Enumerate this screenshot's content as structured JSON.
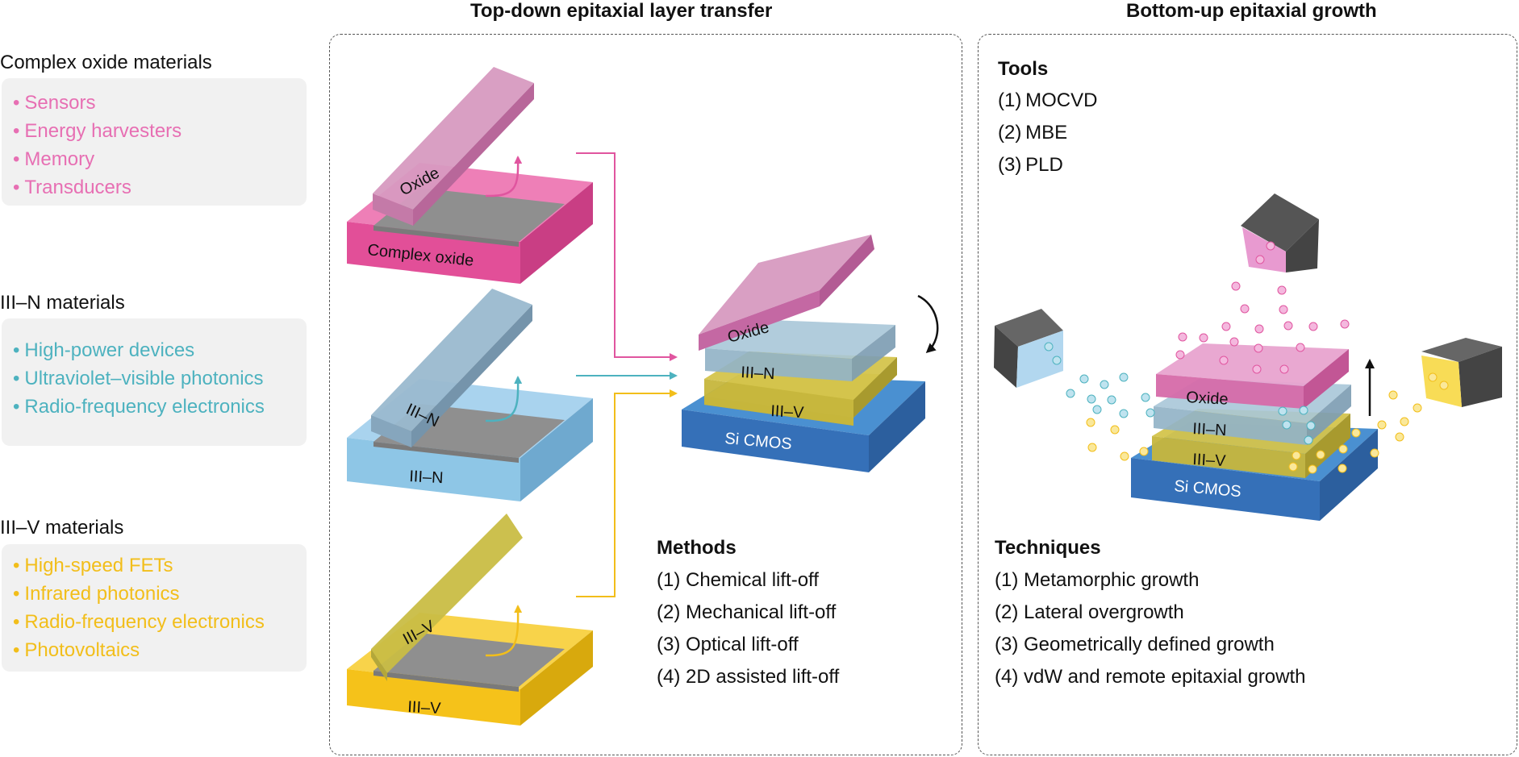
{
  "titles": {
    "top_down": "Top-down epitaxial layer transfer",
    "bottom_up": "Bottom-up epitaxial growth"
  },
  "materials": [
    {
      "title": "Complex oxide materials",
      "color": "#e76fb3",
      "items": [
        "Sensors",
        "Energy harvesters",
        "Memory",
        "Transducers"
      ]
    },
    {
      "title": "III–N materials",
      "color": "#4db2bf",
      "items": [
        "High-power devices",
        "Ultraviolet–visible photonics",
        "Radio-frequency electronics"
      ]
    },
    {
      "title": "III–V materials",
      "color": "#f2be1a",
      "items": [
        "High-speed FETs",
        "Infrared photonics",
        "Radio-frequency electronics",
        "Photovoltaics"
      ]
    }
  ],
  "diagram_labels": {
    "complex_oxide": "Complex oxide",
    "oxide": "Oxide",
    "iii_n": "III–N",
    "iii_v": "III–V",
    "si_cmos": "Si CMOS"
  },
  "methods": {
    "title": "Methods",
    "items": [
      "(1) Chemical lift-off",
      "(2) Mechanical lift-off",
      "(3) Optical lift-off",
      "(4) 2D assisted lift-off"
    ]
  },
  "tools": {
    "title": "Tools",
    "items": [
      "(1) MOCVD",
      "(2) MBE",
      "(3) PLD"
    ]
  },
  "techniques": {
    "title": "Techniques",
    "items": [
      "(1) Metamorphic growth",
      "(2) Lateral overgrowth",
      "(3) Geometrically defined growth",
      "(4) vdW and remote epitaxial growth"
    ]
  },
  "colors": {
    "oxide_pink": "#e0559f",
    "oxide_light": "#d79ac0",
    "iiin_blue": "#8ec6e6",
    "iiin_film": "#9ab9cf",
    "iiiv_yellow": "#f5c21a",
    "iiiv_film": "#c9bd45",
    "si_blue": "#3b83c7",
    "gray_film": "#8f8f8f"
  }
}
